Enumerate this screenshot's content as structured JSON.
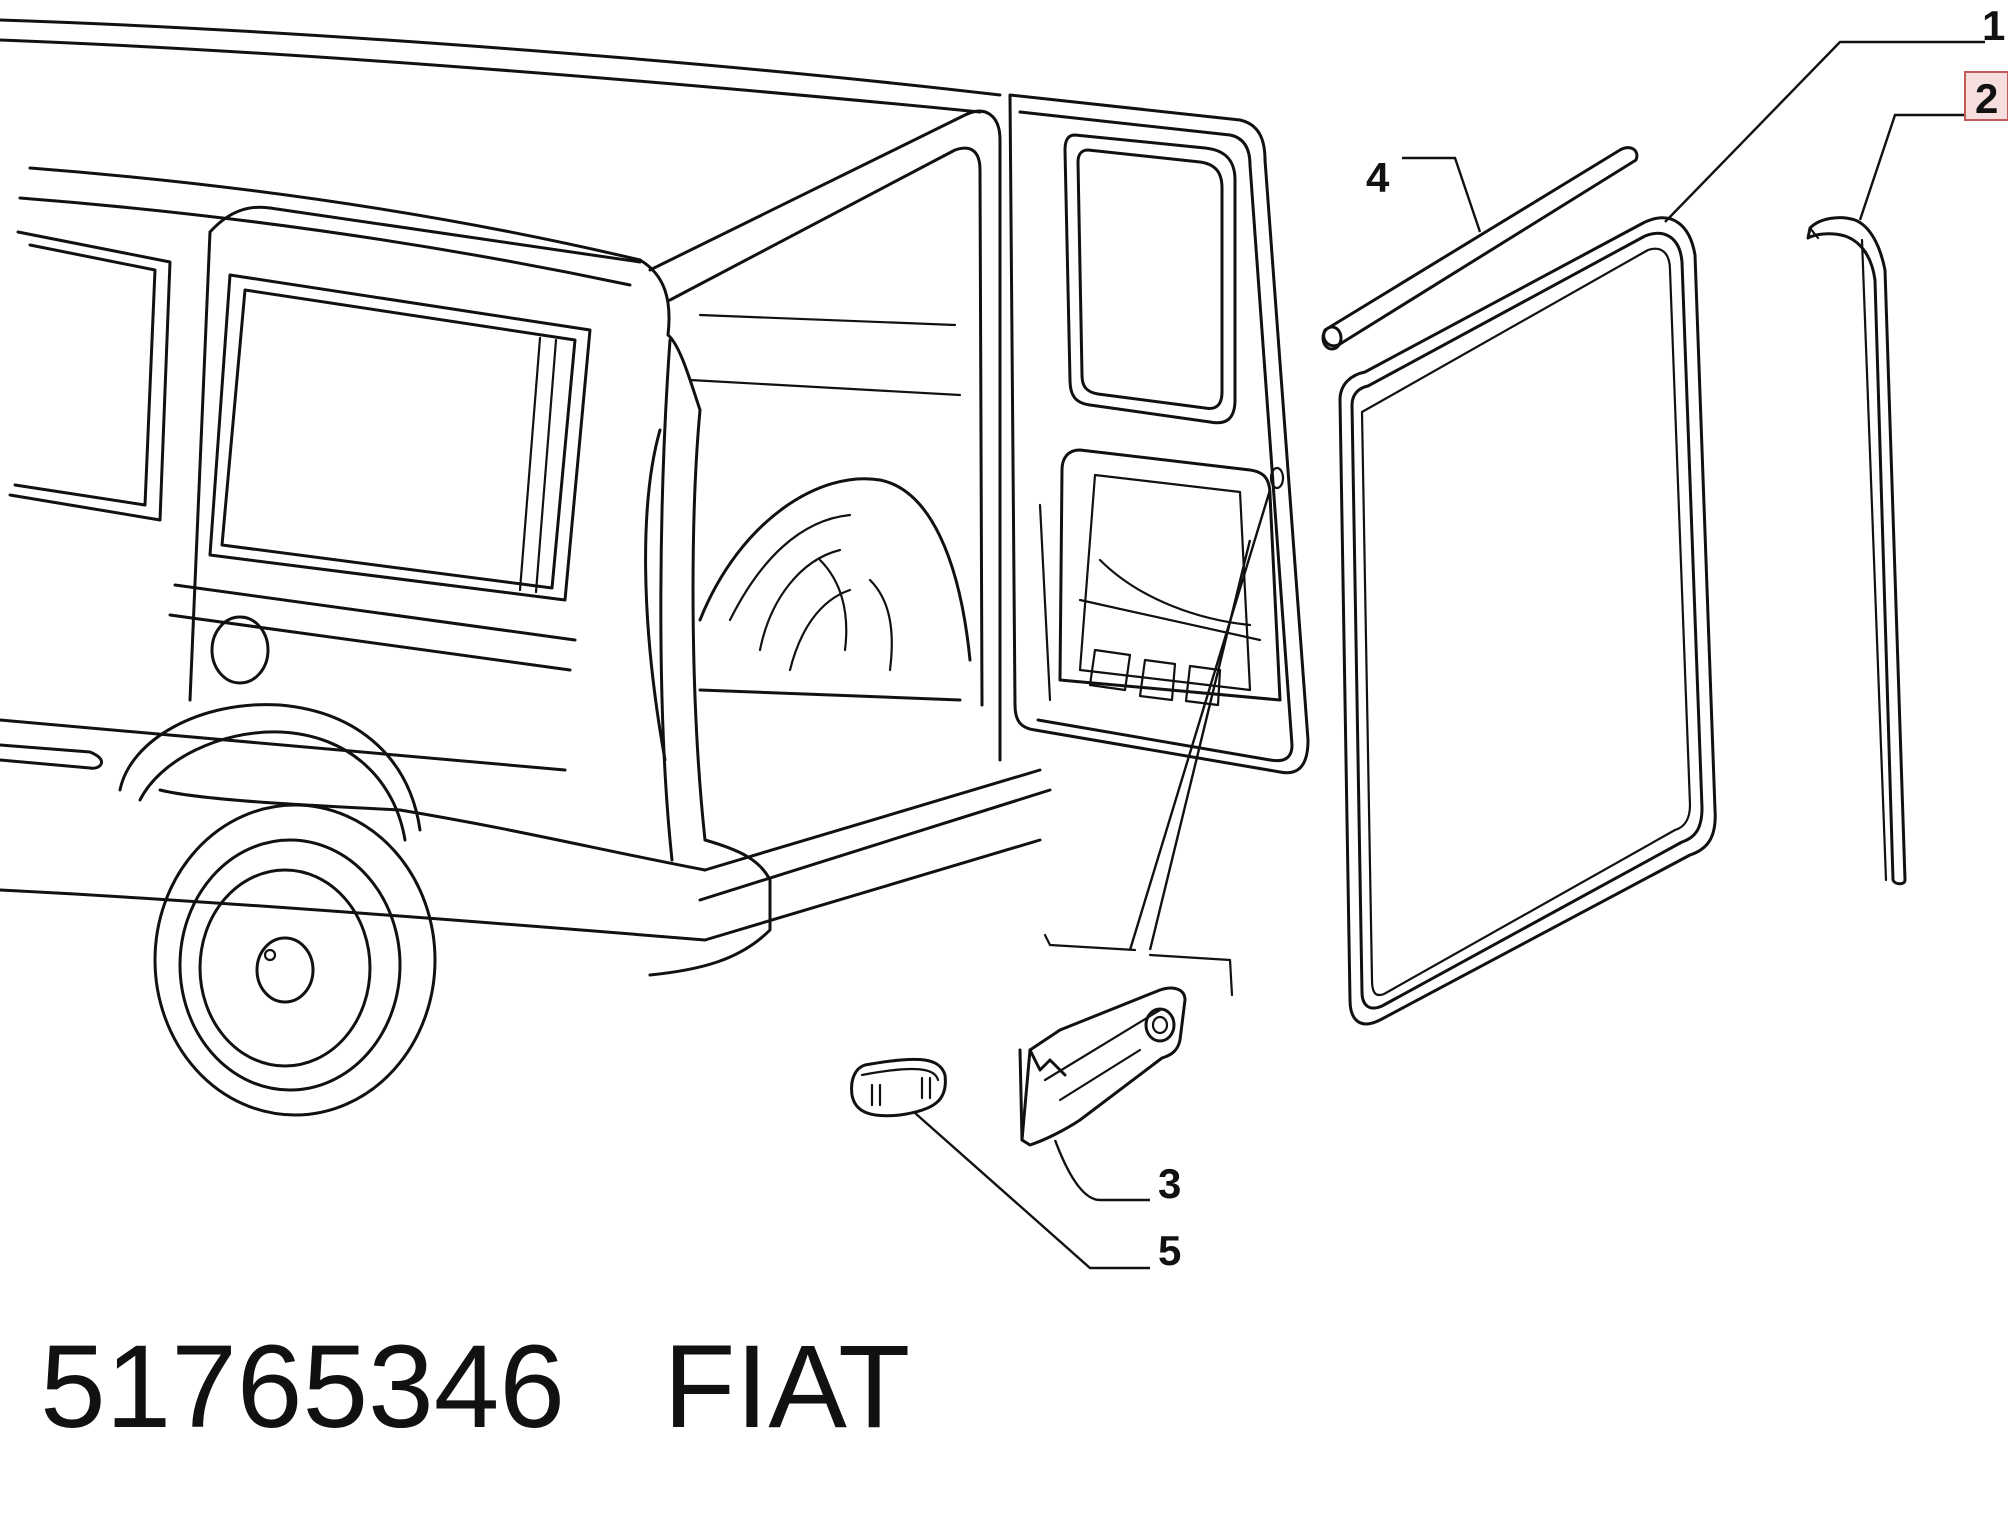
{
  "callouts": {
    "c1": "1",
    "c2": "2",
    "c3": "3",
    "c4": "4",
    "c5": "5"
  },
  "caption": {
    "part_number": "51765346",
    "brand": "FIAT"
  },
  "colors": {
    "line": "#111111",
    "background": "#ffffff",
    "highlight_fill": "#f6dede",
    "highlight_border": "#c25a5a"
  }
}
